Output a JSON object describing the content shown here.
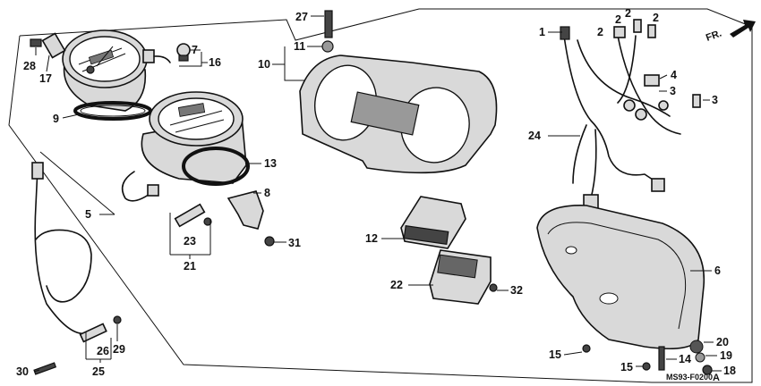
{
  "diagram": {
    "callouts": [
      {
        "id": "c27",
        "label": "27"
      },
      {
        "id": "c11",
        "label": "11"
      },
      {
        "id": "c10",
        "label": "10"
      },
      {
        "id": "c7",
        "label": "7"
      },
      {
        "id": "c16",
        "label": "16"
      },
      {
        "id": "c28",
        "label": "28"
      },
      {
        "id": "c17",
        "label": "17"
      },
      {
        "id": "c9",
        "label": "9"
      },
      {
        "id": "c13",
        "label": "13"
      },
      {
        "id": "c8",
        "label": "8"
      },
      {
        "id": "c5",
        "label": "5"
      },
      {
        "id": "c23",
        "label": "23"
      },
      {
        "id": "c21",
        "label": "21"
      },
      {
        "id": "c31",
        "label": "31"
      },
      {
        "id": "c12",
        "label": "12"
      },
      {
        "id": "c22",
        "label": "22"
      },
      {
        "id": "c32",
        "label": "32"
      },
      {
        "id": "c1",
        "label": "1"
      },
      {
        "id": "c2a",
        "label": "2"
      },
      {
        "id": "c2b",
        "label": "2"
      },
      {
        "id": "c2c",
        "label": "2"
      },
      {
        "id": "c2d",
        "label": "2"
      },
      {
        "id": "c4",
        "label": "4"
      },
      {
        "id": "c3a",
        "label": "3"
      },
      {
        "id": "c3b",
        "label": "3"
      },
      {
        "id": "c24",
        "label": "24"
      },
      {
        "id": "c6",
        "label": "6"
      },
      {
        "id": "c15a",
        "label": "15"
      },
      {
        "id": "c15b",
        "label": "15"
      },
      {
        "id": "c14",
        "label": "14"
      },
      {
        "id": "c20",
        "label": "20"
      },
      {
        "id": "c19",
        "label": "19"
      },
      {
        "id": "c18",
        "label": "18"
      },
      {
        "id": "c26",
        "label": "26"
      },
      {
        "id": "c29",
        "label": "29"
      },
      {
        "id": "c25",
        "label": "25"
      },
      {
        "id": "c30",
        "label": "30"
      }
    ],
    "direction_label": "FR.",
    "drawing_code": "MS93-F0200",
    "drawing_suffix": "A"
  }
}
